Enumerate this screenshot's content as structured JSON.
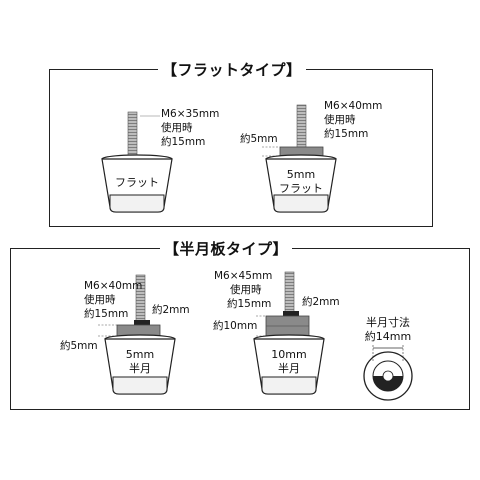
{
  "flat_section": {
    "title": "【フラットタイプ】",
    "item1": {
      "spec_lines": [
        "M6×35mm",
        "使用時",
        "約15mm"
      ],
      "foot_label": "フラット"
    },
    "item2": {
      "spec_lines": [
        "M6×40mm",
        "使用時",
        "約15mm"
      ],
      "plate_label": "約5mm",
      "foot_lines": [
        "5mm",
        "フラット"
      ]
    }
  },
  "half_section": {
    "title": "【半月板タイプ】",
    "item1": {
      "spec_lines": [
        "M6×40mm",
        "使用時",
        "約15mm"
      ],
      "gap_label": "約2mm",
      "plate_label": "約5mm",
      "foot_lines": [
        "5mm",
        "半月"
      ]
    },
    "item2": {
      "spec_lines": [
        "M6×45mm",
        "使用時",
        "約15mm"
      ],
      "gap_label": "約2mm",
      "plate_label": "約10mm",
      "foot_lines": [
        "10mm",
        "半月"
      ]
    },
    "item3": {
      "dim_lines": [
        "半月寸法",
        "約14mm"
      ]
    }
  }
}
